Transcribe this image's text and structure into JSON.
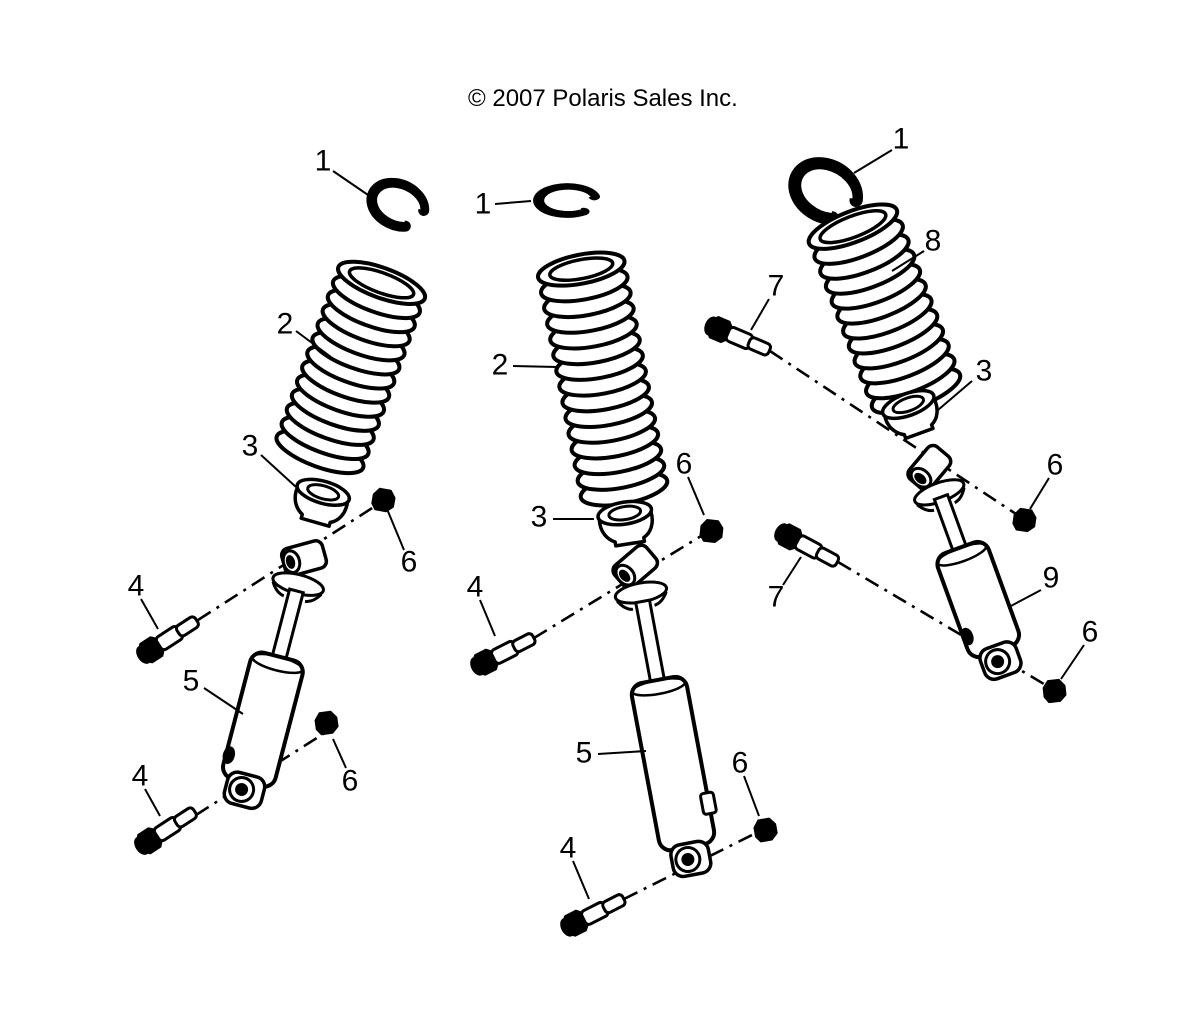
{
  "copyright": "© 2007 Polaris Sales Inc.",
  "colors": {
    "line": "#000000",
    "background": "#ffffff"
  },
  "diagram": {
    "description": "Exploded parts diagram of three shock absorber and coil spring assemblies",
    "callouts": [
      {
        "id": "left-retaining-clip",
        "label": "1"
      },
      {
        "id": "left-spring",
        "label": "2"
      },
      {
        "id": "left-spring-retainer",
        "label": "3"
      },
      {
        "id": "left-upper-bolt",
        "label": "4"
      },
      {
        "id": "left-shock",
        "label": "5"
      },
      {
        "id": "left-upper-nut",
        "label": "6"
      },
      {
        "id": "left-lower-bolt",
        "label": "4"
      },
      {
        "id": "left-lower-nut",
        "label": "6"
      },
      {
        "id": "middle-retaining-clip",
        "label": "1"
      },
      {
        "id": "middle-spring",
        "label": "2"
      },
      {
        "id": "middle-spring-retainer",
        "label": "3"
      },
      {
        "id": "middle-upper-bolt",
        "label": "4"
      },
      {
        "id": "middle-shock",
        "label": "5"
      },
      {
        "id": "middle-upper-nut",
        "label": "6"
      },
      {
        "id": "middle-lower-bolt",
        "label": "4"
      },
      {
        "id": "middle-lower-nut",
        "label": "6"
      },
      {
        "id": "right-retaining-clip",
        "label": "1"
      },
      {
        "id": "right-spring",
        "label": "8"
      },
      {
        "id": "right-upper-bolt",
        "label": "7"
      },
      {
        "id": "right-spring-retainer",
        "label": "3"
      },
      {
        "id": "right-upper-nut",
        "label": "6"
      },
      {
        "id": "right-lower-bolt",
        "label": "7"
      },
      {
        "id": "right-shock",
        "label": "9"
      },
      {
        "id": "right-lower-nut",
        "label": "6"
      }
    ]
  }
}
